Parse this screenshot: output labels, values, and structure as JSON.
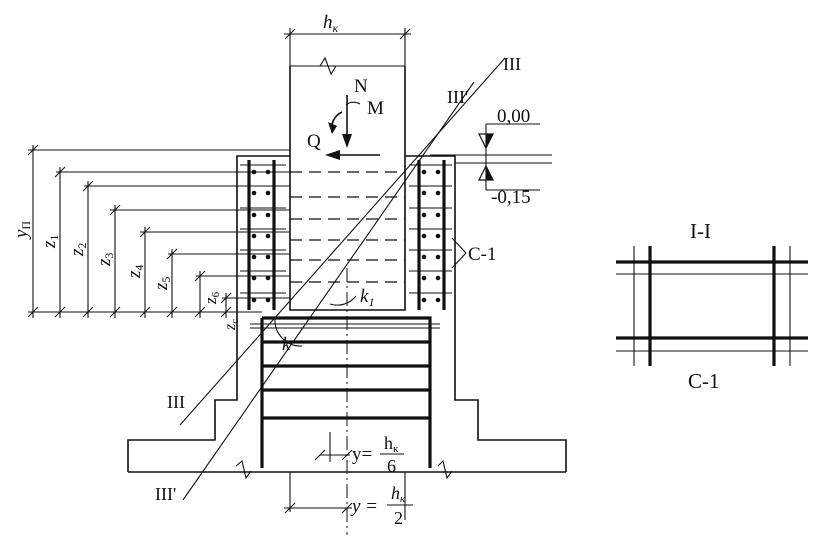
{
  "labels": {
    "hk_top": "h",
    "hk_top_sub": "к",
    "N": "N",
    "M": "M",
    "Q": "Q",
    "III_top": "III",
    "IIIp_top": "III'",
    "III_bottom": "III",
    "IIIp_bottom": "III'",
    "level_top": "0,00",
    "level_bottom": "-0,15",
    "mesh_callout": "C-1",
    "k": "k",
    "k1": "k",
    "k1_sub": "1",
    "yP": "y",
    "yP_sub": "П",
    "z1": "z",
    "z1_sub": "1",
    "z2": "z",
    "z2_sub": "2",
    "z3": "z",
    "z3_sub": "3",
    "z4": "z",
    "z4_sub": "4",
    "z5": "z",
    "z5_sub": "5",
    "z6": "z",
    "z6_sub": "6",
    "zc": "z",
    "zc_sub": "c",
    "y_eq1": "y=",
    "y_eq1_num": "h",
    "y_eq1_num_sub": "к",
    "y_eq1_den": "6",
    "y_eq2": "y =",
    "y_eq2_num": "h",
    "y_eq2_num_sub": "к",
    "y_eq2_den": "2"
  },
  "section": {
    "title": "I-I",
    "caption": "C-1"
  }
}
